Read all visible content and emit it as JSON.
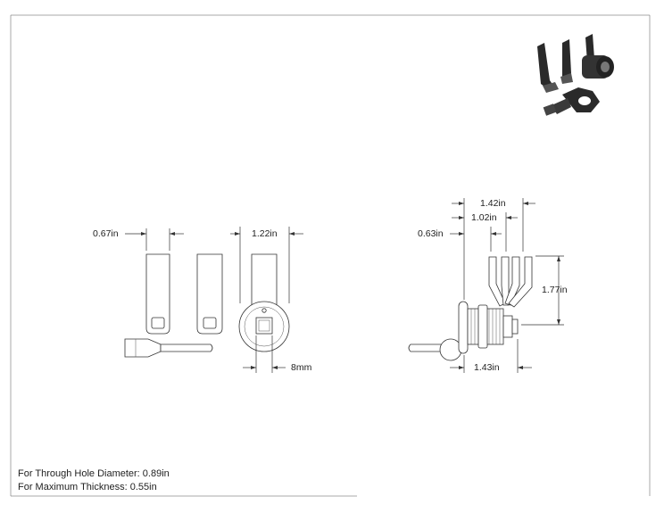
{
  "dimensions": {
    "width_067": "0.67in",
    "width_122": "1.22in",
    "slot_8mm": "8mm",
    "width_142": "1.42in",
    "width_102": "1.02in",
    "width_063": "0.63in",
    "height_177": "1.77in",
    "length_143": "1.43in"
  },
  "notes": {
    "hole_diameter": "For Through Hole Diameter: 0.89in",
    "max_thickness": "For Maximum Thickness: 0.55in"
  },
  "icons": {
    "preview": "cam-lock-kit-isometric-icon"
  }
}
